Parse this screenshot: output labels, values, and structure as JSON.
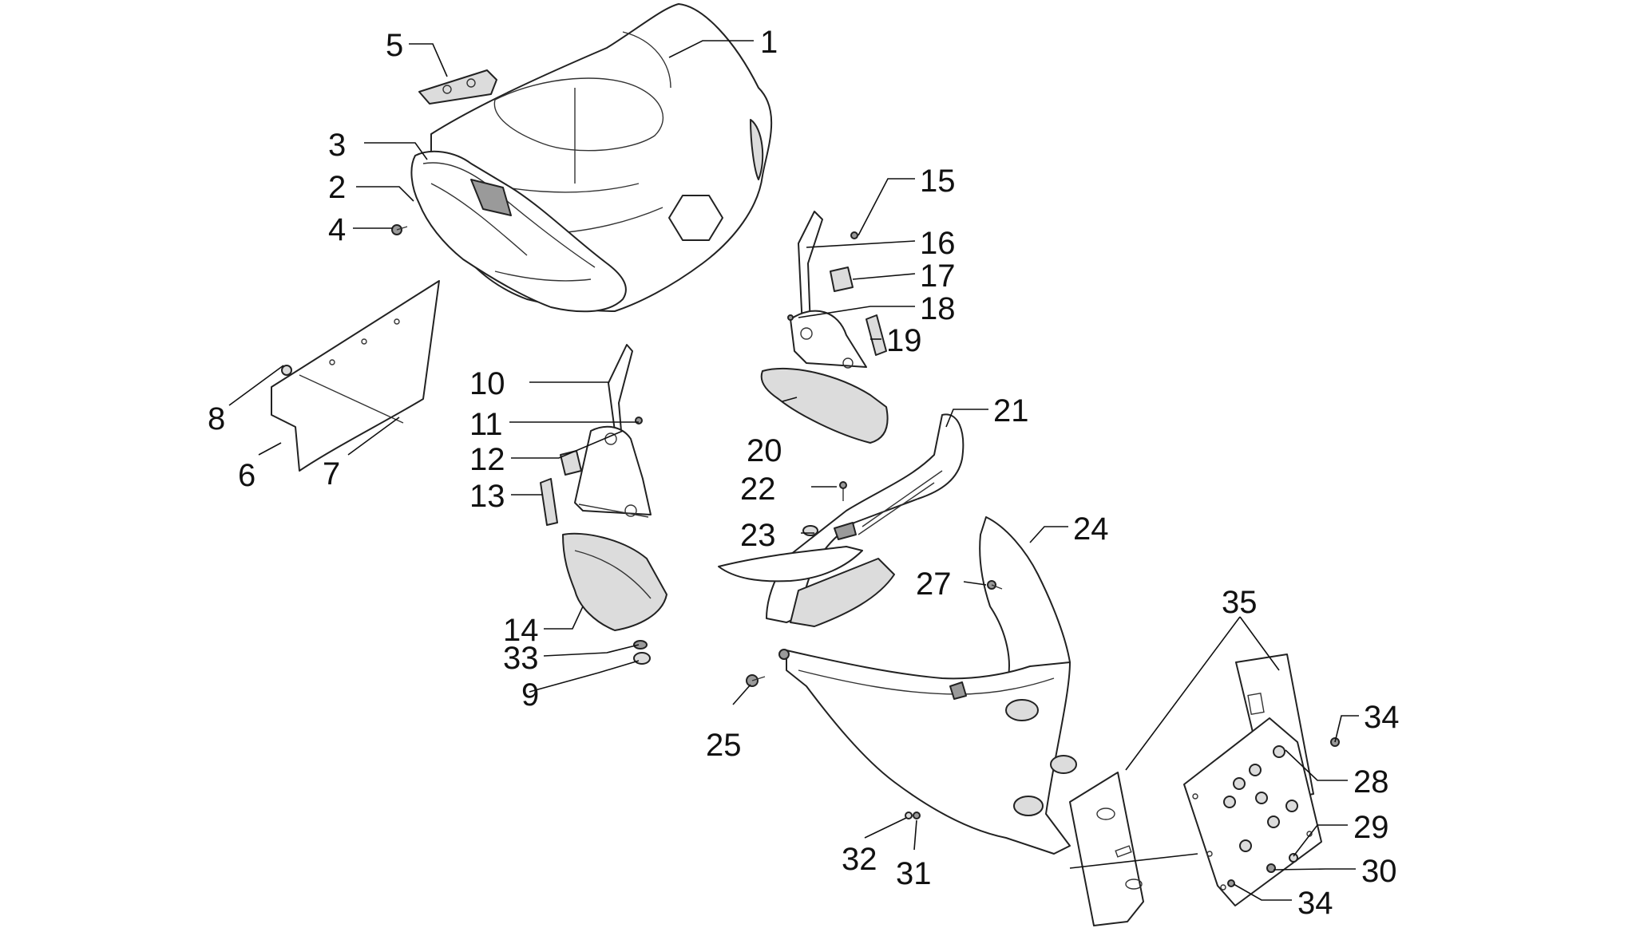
{
  "callouts": [
    {
      "id": "c1",
      "text": "1"
    },
    {
      "id": "c2",
      "text": "2"
    },
    {
      "id": "c3",
      "text": "3"
    },
    {
      "id": "c4",
      "text": "4"
    },
    {
      "id": "c5",
      "text": "5"
    },
    {
      "id": "c6",
      "text": "6"
    },
    {
      "id": "c7",
      "text": "7"
    },
    {
      "id": "c8",
      "text": "8"
    },
    {
      "id": "c9",
      "text": "9"
    },
    {
      "id": "c10",
      "text": "10"
    },
    {
      "id": "c11",
      "text": "11"
    },
    {
      "id": "c12",
      "text": "12"
    },
    {
      "id": "c13",
      "text": "13"
    },
    {
      "id": "c14",
      "text": "14"
    },
    {
      "id": "c15",
      "text": "15"
    },
    {
      "id": "c16",
      "text": "16"
    },
    {
      "id": "c17",
      "text": "17"
    },
    {
      "id": "c18",
      "text": "18"
    },
    {
      "id": "c19",
      "text": "19"
    },
    {
      "id": "c20",
      "text": "20"
    },
    {
      "id": "c21",
      "text": "21"
    },
    {
      "id": "c22",
      "text": "22"
    },
    {
      "id": "c23",
      "text": "23"
    },
    {
      "id": "c24",
      "text": "24"
    },
    {
      "id": "c25",
      "text": "25"
    },
    {
      "id": "c27",
      "text": "27"
    },
    {
      "id": "c28",
      "text": "28"
    },
    {
      "id": "c29",
      "text": "29"
    },
    {
      "id": "c30",
      "text": "30"
    },
    {
      "id": "c31",
      "text": "31"
    },
    {
      "id": "c32",
      "text": "32"
    },
    {
      "id": "c33",
      "text": "33"
    },
    {
      "id": "c34a",
      "text": "34"
    },
    {
      "id": "c34b",
      "text": "34"
    },
    {
      "id": "c35",
      "text": "35"
    }
  ]
}
